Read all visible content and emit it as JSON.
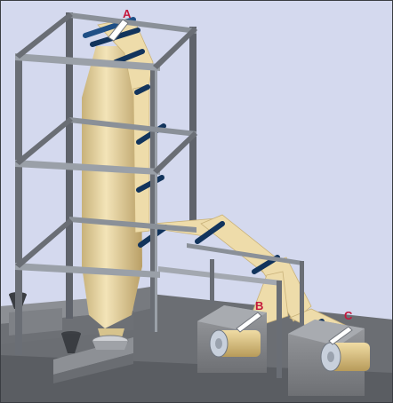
{
  "labels": {
    "a": "A",
    "b": "B",
    "c": "C"
  },
  "colors": {
    "background": "#d4d9ee",
    "frame": "#5a5e66",
    "frame_highlight": "#9aa0a8",
    "film": "#eedcaa",
    "bubble": "#e6d39e",
    "roller": "#1f4f86",
    "label": "#c4183c",
    "floor": "#6b6e73"
  }
}
